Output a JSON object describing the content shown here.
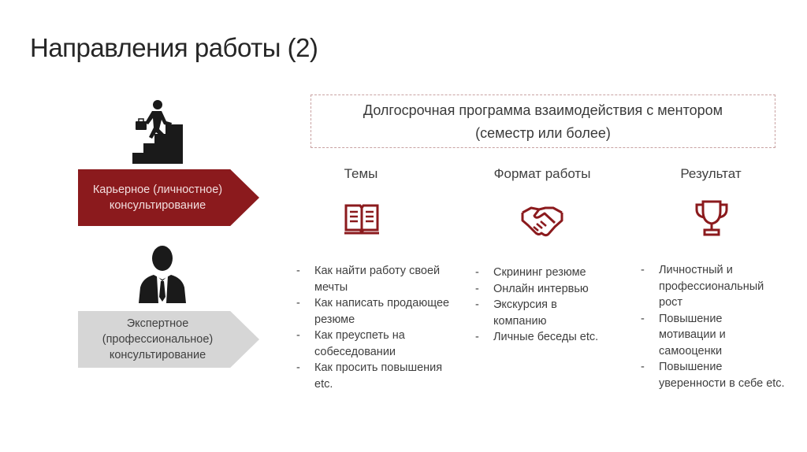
{
  "title": "Направления работы (2)",
  "left": {
    "career": {
      "line1": "Карьерное (личностное)",
      "line2": "консультирование"
    },
    "expert": {
      "line1": "Экспертное",
      "line2": "(профессиональное)",
      "line3": "консультирование"
    }
  },
  "program": {
    "line1": "Долгосрочная программа взаимодействия с ментором",
    "line2": "(семестр или более)"
  },
  "columns": [
    {
      "heading": "Темы",
      "icon": "book-icon",
      "items": [
        "Как найти работу своей мечты",
        "Как написать продающее резюме",
        "Как преуспеть на собеседовании",
        "Как просить повышения etc."
      ]
    },
    {
      "heading": "Формат работы",
      "icon": "handshake-icon",
      "items": [
        "Скрининг резюме",
        "Онлайн интервью",
        "Экскурсия в компанию",
        "Личные беседы etc."
      ]
    },
    {
      "heading": "Результат",
      "icon": "trophy-icon",
      "items": [
        "Личностный и профессиональный рост",
        "Повышение мотивации и самооценки",
        "Повышение уверенности в себе etc."
      ]
    }
  ],
  "colors": {
    "accent": "#8b1a1d",
    "grey_arrow": "#d6d6d6",
    "dashed_border": "#c9a2a2"
  }
}
